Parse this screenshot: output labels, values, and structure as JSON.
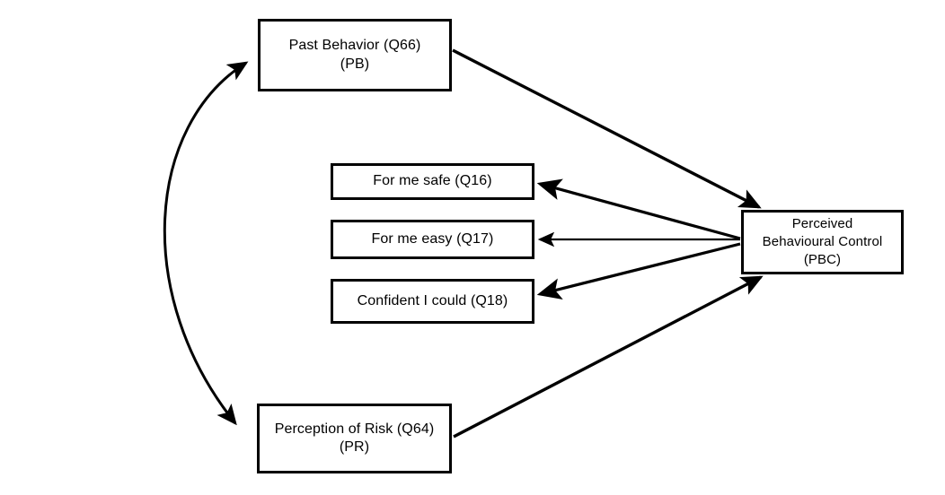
{
  "diagram": {
    "title": "Perceived Behavioural Control path diagram",
    "background_color": "#ffffff",
    "stroke_color": "#000000",
    "nodes": [
      {
        "id": "pb",
        "label": "Past Behavior (Q66)\n(PB)",
        "short": "PB"
      },
      {
        "id": "q16",
        "label": "For me safe (Q16)",
        "short": "Q16"
      },
      {
        "id": "q17",
        "label": "For me easy (Q17)",
        "short": "Q17"
      },
      {
        "id": "q18",
        "label": "Confident I could (Q18)",
        "short": "Q18"
      },
      {
        "id": "pbc",
        "label": "Perceived\nBehavioural Control\n(PBC)",
        "short": "PBC"
      },
      {
        "id": "pr",
        "label": "Perception of Risk (Q64)\n(PR)",
        "short": "PR"
      }
    ],
    "edges": [
      {
        "id": "pb-pr",
        "from": "pb",
        "to": "pr",
        "style": "curved",
        "heads": "both",
        "label": ""
      },
      {
        "id": "pb-pbc",
        "from": "pb",
        "to": "pbc",
        "style": "straight",
        "heads": "end",
        "label": ""
      },
      {
        "id": "pr-pbc",
        "from": "pr",
        "to": "pbc",
        "style": "straight",
        "heads": "end",
        "label": ""
      },
      {
        "id": "pbc-q16",
        "from": "pbc",
        "to": "q16",
        "style": "straight",
        "heads": "end",
        "label": ""
      },
      {
        "id": "pbc-q17",
        "from": "pbc",
        "to": "q17",
        "style": "straight",
        "heads": "end",
        "label": ""
      },
      {
        "id": "pbc-q18",
        "from": "pbc",
        "to": "q18",
        "style": "straight",
        "heads": "end",
        "label": ""
      }
    ]
  }
}
